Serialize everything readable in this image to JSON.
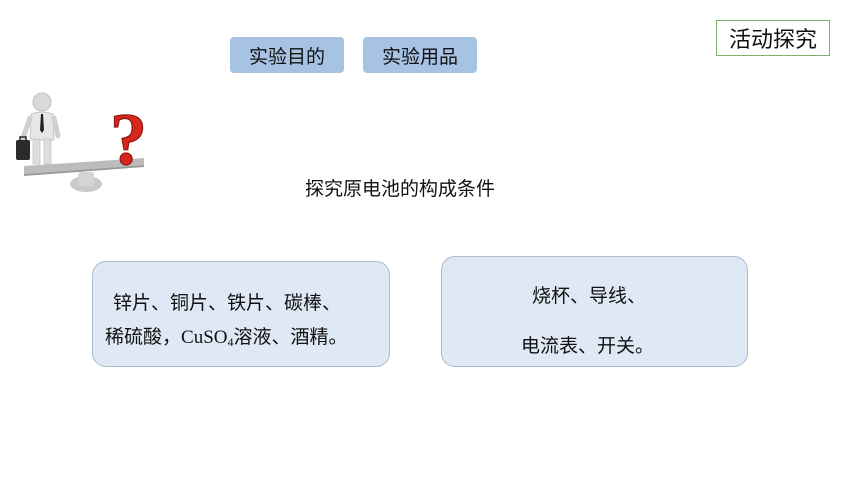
{
  "tabs": {
    "purpose_label": "实验目的",
    "materials_label": "实验用品"
  },
  "badge": {
    "label": "活动探究"
  },
  "heading": {
    "text": "探究原电池的构成条件"
  },
  "reagents": {
    "line1": "锌片、铜片、铁片、碳棒、",
    "line2_prefix": "稀硫酸，",
    "formula_base": "CuSO",
    "formula_sub": "4",
    "line2_suffix": "溶液、酒精。"
  },
  "equipment": {
    "line1": "烧杯、导线、",
    "line2": "电流表、开关。"
  },
  "colors": {
    "tab_bg": "#a7c3e4",
    "card_bg": "#dfe9f5",
    "badge_border": "#7bb36a",
    "question_mark": "#d7261e"
  },
  "icons": {
    "illustration": "person-with-briefcase-on-balance-scale-with-question-mark-icon"
  }
}
